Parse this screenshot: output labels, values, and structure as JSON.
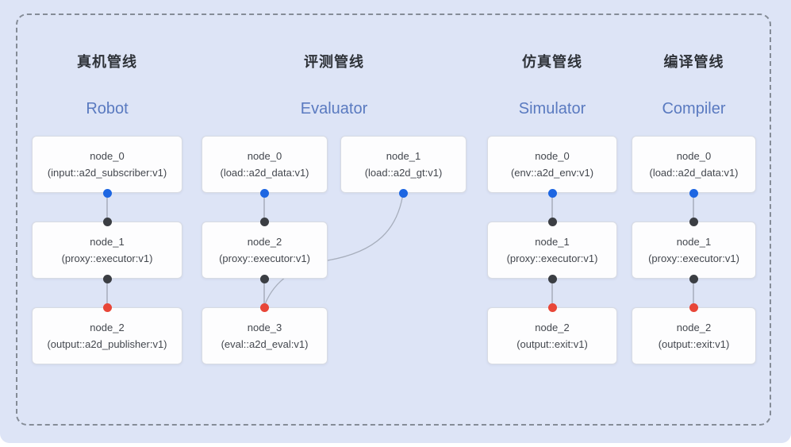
{
  "diagram": {
    "pipelines": [
      {
        "title_zh": "真机管线",
        "title_en": "Robot",
        "nodes": [
          {
            "name": "node_0",
            "type": "(input::a2d_subscriber:v1)"
          },
          {
            "name": "node_1",
            "type": "(proxy::executor:v1)"
          },
          {
            "name": "node_2",
            "type": "(output::a2d_publisher:v1)"
          }
        ]
      },
      {
        "title_zh": "评测管线",
        "title_en": "Evaluator",
        "nodes": [
          {
            "name": "node_0",
            "type": "(load::a2d_data:v1)"
          },
          {
            "name": "node_1",
            "type": "(load::a2d_gt:v1)"
          },
          {
            "name": "node_2",
            "type": "(proxy::executor:v1)"
          },
          {
            "name": "node_3",
            "type": "(eval::a2d_eval:v1)"
          }
        ]
      },
      {
        "title_zh": "仿真管线",
        "title_en": "Simulator",
        "nodes": [
          {
            "name": "node_0",
            "type": "(env::a2d_env:v1)"
          },
          {
            "name": "node_1",
            "type": "(proxy::executor:v1)"
          },
          {
            "name": "node_2",
            "type": "(output::exit:v1)"
          }
        ]
      },
      {
        "title_zh": "编译管线",
        "title_en": "Compiler",
        "nodes": [
          {
            "name": "node_0",
            "type": "(load::a2d_data:v1)"
          },
          {
            "name": "node_1",
            "type": "(proxy::executor:v1)"
          },
          {
            "name": "node_2",
            "type": "(output::exit:v1)"
          }
        ]
      }
    ],
    "colors": {
      "background": "#dde4f6",
      "frame_dash": "#858c97",
      "title_en_accent": "#5a7ac0",
      "port_blue": "#1d66e2",
      "port_dark": "#3b3e43",
      "port_red": "#e84638",
      "connector": "#9da4b2"
    }
  }
}
